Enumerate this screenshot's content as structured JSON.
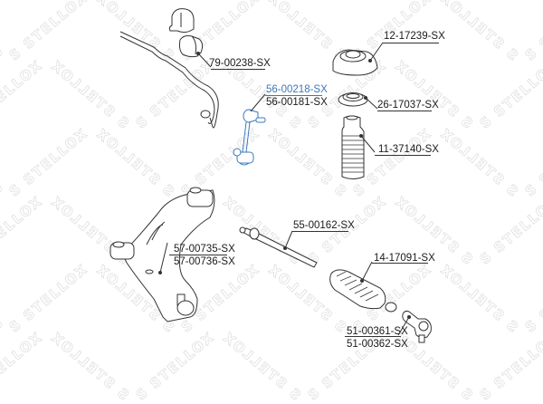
{
  "watermark": {
    "text": "STELLOX",
    "color": "#dcdcdc"
  },
  "highlight_color": "#3b78b8",
  "parts": [
    {
      "id": "stabilizer-bushing",
      "labels": [
        "79-00238-SX"
      ]
    },
    {
      "id": "stabilizer-link",
      "labels": [
        "56-00218-SX",
        "56-00181-SX"
      ],
      "highlighted_label": "56-00218-SX"
    },
    {
      "id": "strut-mount",
      "labels": [
        "12-17239-SX"
      ]
    },
    {
      "id": "strut-bearing",
      "labels": [
        "26-17037-SX"
      ]
    },
    {
      "id": "dust-boot",
      "labels": [
        "11-37140-SX"
      ]
    },
    {
      "id": "tie-rod",
      "labels": [
        "55-00162-SX"
      ]
    },
    {
      "id": "control-arm",
      "labels": [
        "57-00735-SX",
        "57-00736-SX"
      ]
    },
    {
      "id": "steering-boot",
      "labels": [
        "14-17091-SX"
      ]
    },
    {
      "id": "tie-rod-end",
      "labels": [
        "51-00361-SX",
        "51-00362-SX"
      ]
    }
  ]
}
